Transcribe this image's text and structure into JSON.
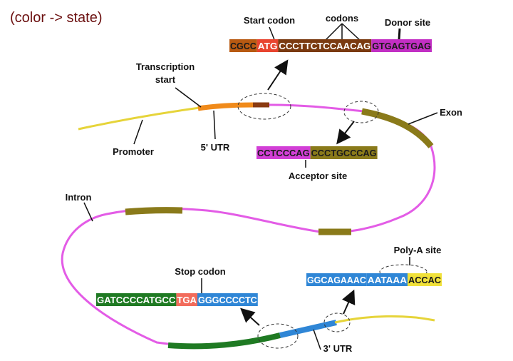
{
  "header": "(color -> state)",
  "labels": {
    "start_codon": "Start codon",
    "codons": "codons",
    "donor_site": "Donor site",
    "transcription_start_1": "Transcription",
    "transcription_start_2": "start",
    "exon": "Exon",
    "promoter": "Promoter",
    "utr5": "5' UTR",
    "acceptor_site": "Acceptor site",
    "intron": "Intron",
    "poly_a_site": "Poly-A site",
    "stop_codon": "Stop codon",
    "utr3": "3' UTR"
  },
  "sequences": {
    "top": [
      {
        "text": "CGCC",
        "bg": "#b85a12",
        "fg": "#1a1a1a"
      },
      {
        "text": "ATG",
        "bg": "#e8442f",
        "fg": "#ffffff"
      },
      {
        "text": "CCCTTCTCCAACAG",
        "bg": "#7a3a10",
        "fg": "#ffffff"
      },
      {
        "text": "GTGAGTGAG",
        "bg": "#c22fc4",
        "fg": "#1a1a1a"
      }
    ],
    "acceptor": [
      {
        "text": "CCTCCCAG",
        "bg": "#d23fd6",
        "fg": "#1a1a1a"
      },
      {
        "text": "CCCTGCCCAG",
        "bg": "#8a7a1a",
        "fg": "#1a1a1a"
      }
    ],
    "polya": [
      {
        "text": "GGCAGAAAC",
        "bg": "#2f86d6",
        "fg": "#ffffff"
      },
      {
        "text": "AATAAA",
        "bg": "#2f86d6",
        "fg": "#ffffff"
      },
      {
        "text": "ACCAC",
        "bg": "#f1e13a",
        "fg": "#1a1a1a"
      }
    ],
    "stop": [
      {
        "text": "GATCCCCATGCC",
        "bg": "#1f7a23",
        "fg": "#ffffff"
      },
      {
        "text": "TGA",
        "bg": "#f26b5b",
        "fg": "#ffffff"
      },
      {
        "text": "GGGCCCCTC",
        "bg": "#2f86d6",
        "fg": "#ffffff"
      }
    ]
  },
  "colors": {
    "promoter": "#e6d43a",
    "utr5": "#f08a1a",
    "start": "#8a3a10",
    "intron": "#e35ce6",
    "exon": "#8a7a1a",
    "cds_end": "#1f7a23",
    "utr3": "#2f86d6",
    "downstream": "#e6d43a"
  }
}
